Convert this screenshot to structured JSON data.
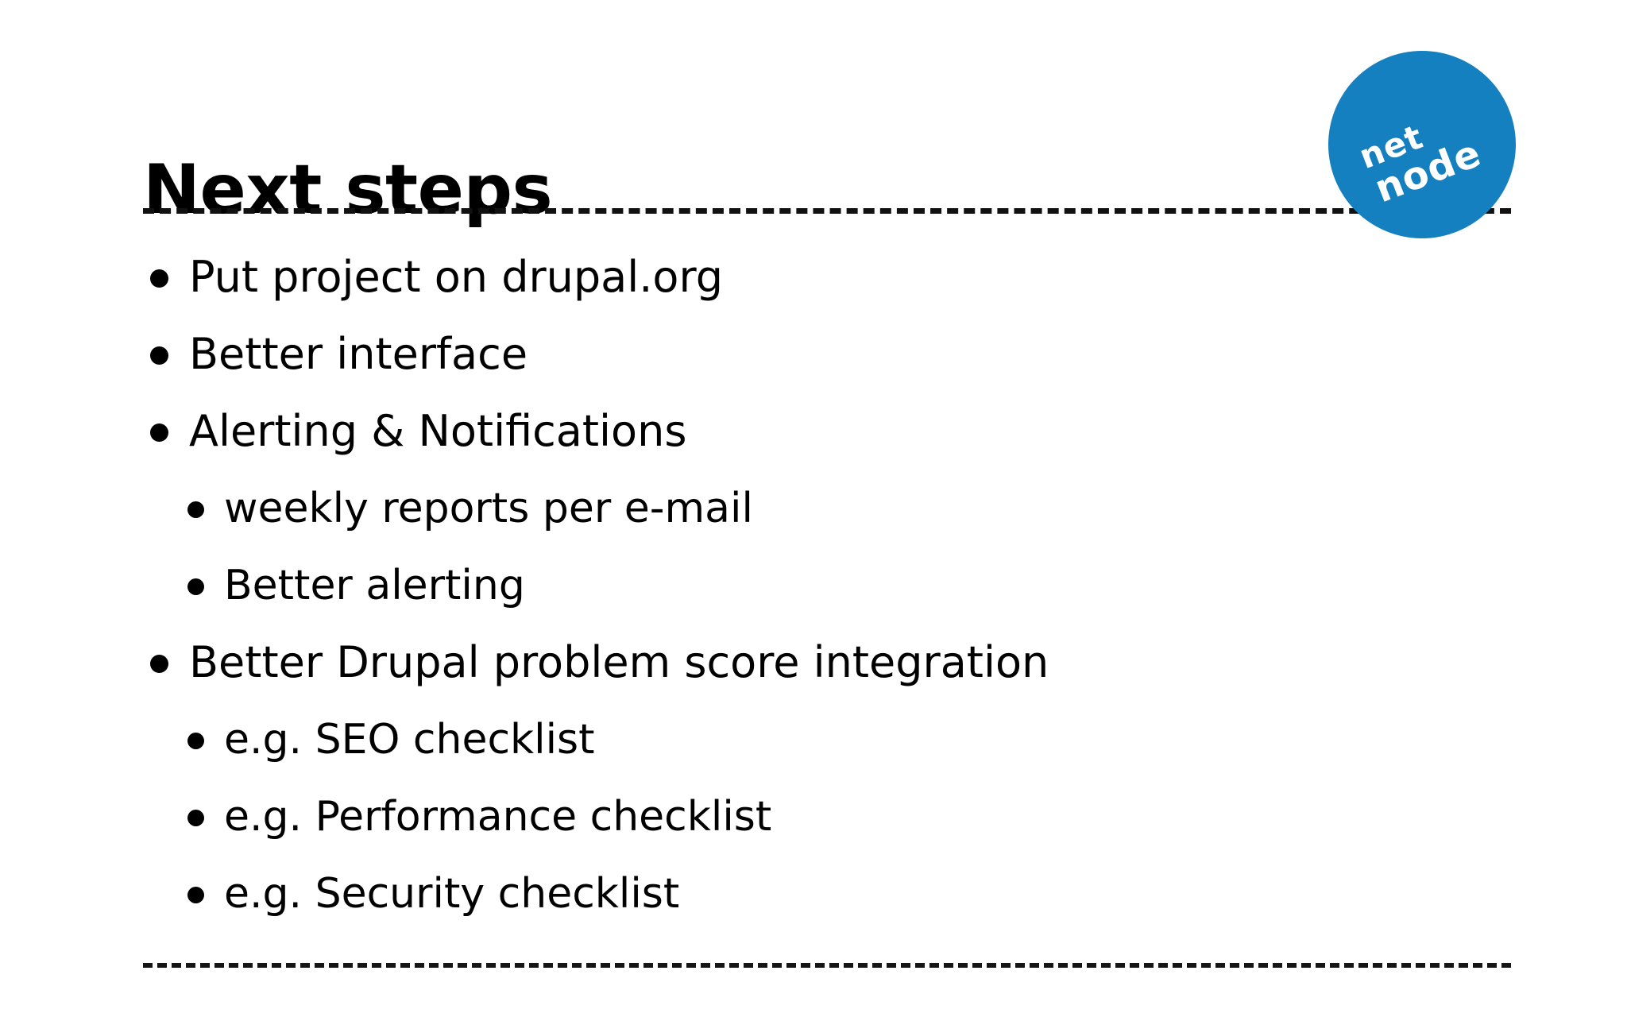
{
  "slide": {
    "title": "Next steps",
    "background_color": "#ffffff",
    "text_color": "#000000"
  },
  "logo": {
    "name": "netnode-logo",
    "line1": "net",
    "line2": "node",
    "circle_color": "#1580bf",
    "text_color": "#ffffff"
  },
  "dividers": {
    "top": {
      "style": "dashed",
      "color": "#111111"
    },
    "bottom": {
      "style": "dashed",
      "color": "#151515"
    }
  },
  "bullets": [
    {
      "level": 1,
      "text": "Put project on drupal.org"
    },
    {
      "level": 1,
      "text": "Better interface"
    },
    {
      "level": 1,
      "text": "Alerting & Notifications"
    },
    {
      "level": 2,
      "text": "weekly reports per e-mail"
    },
    {
      "level": 2,
      "text": "Better alerting"
    },
    {
      "level": 1,
      "text": "Better Drupal problem score integration"
    },
    {
      "level": 2,
      "text": "e.g. SEO checklist"
    },
    {
      "level": 2,
      "text": "e.g. Performance checklist"
    },
    {
      "level": 2,
      "text": "e.g. Security checklist"
    }
  ]
}
